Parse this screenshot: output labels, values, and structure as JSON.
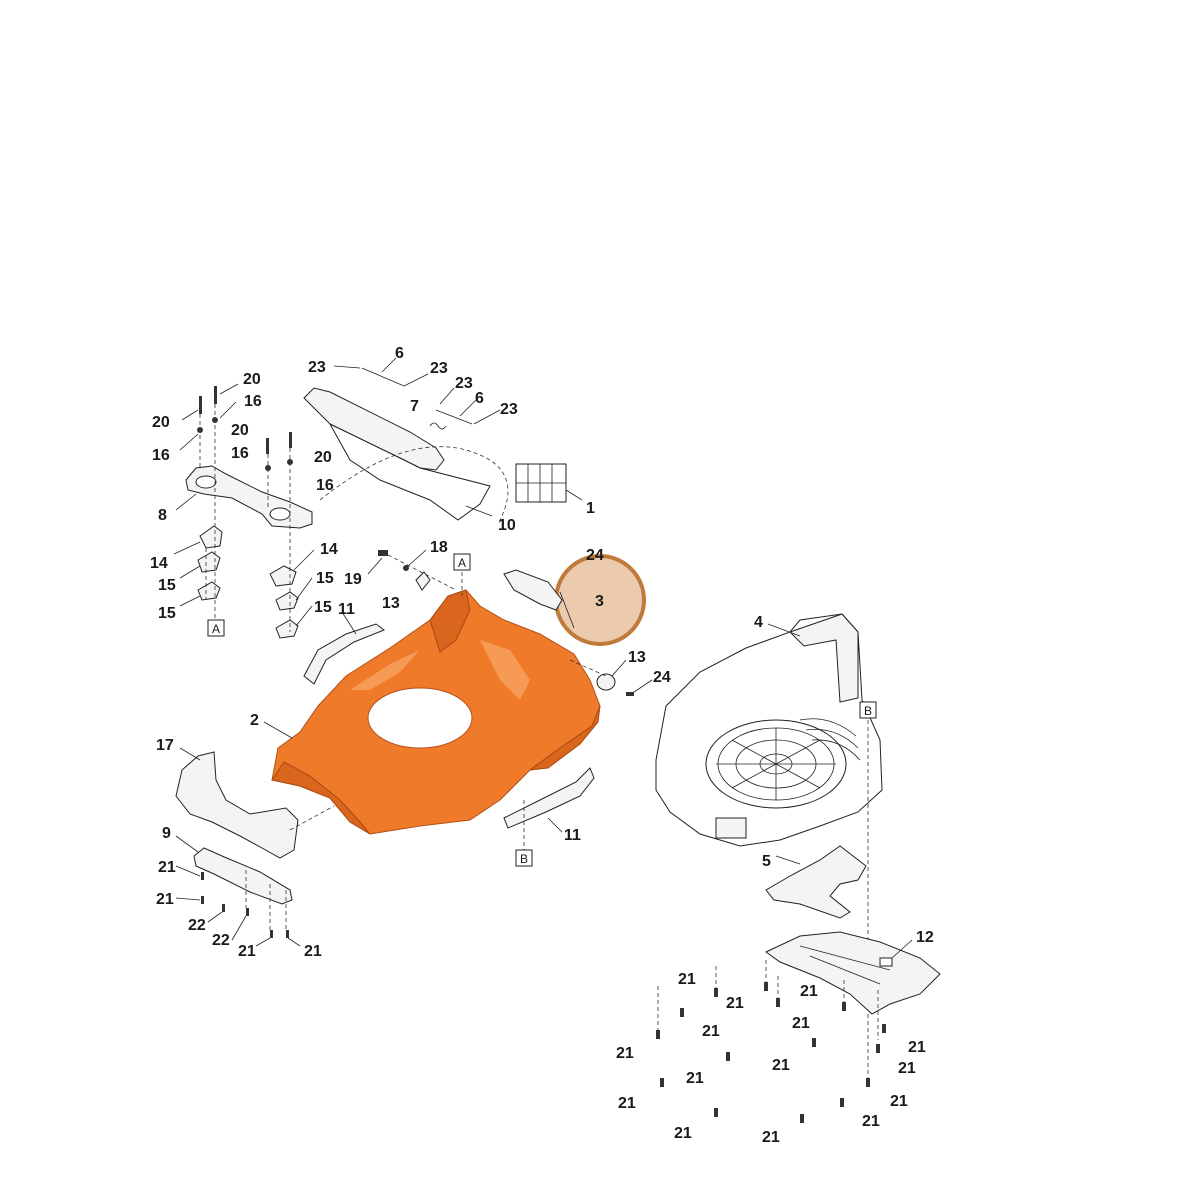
{
  "callouts": [
    {
      "id": "c-23a",
      "text": "23"
    },
    {
      "id": "c-6a",
      "text": "6"
    },
    {
      "id": "c-23b",
      "text": "23"
    },
    {
      "id": "c-23c",
      "text": "23"
    },
    {
      "id": "c-6b",
      "text": "6"
    },
    {
      "id": "c-7",
      "text": "7"
    },
    {
      "id": "c-23d",
      "text": "23"
    },
    {
      "id": "c-20a",
      "text": "20"
    },
    {
      "id": "c-16a",
      "text": "16"
    },
    {
      "id": "c-20b",
      "text": "20"
    },
    {
      "id": "c-16b",
      "text": "16"
    },
    {
      "id": "c-20c",
      "text": "20"
    },
    {
      "id": "c-16c",
      "text": "16"
    },
    {
      "id": "c-20d",
      "text": "20"
    },
    {
      "id": "c-16d",
      "text": "16"
    },
    {
      "id": "c-1",
      "text": "1"
    },
    {
      "id": "c-8",
      "text": "8"
    },
    {
      "id": "c-10",
      "text": "10"
    },
    {
      "id": "c-14a",
      "text": "14"
    },
    {
      "id": "c-15a",
      "text": "15"
    },
    {
      "id": "c-15b",
      "text": "15"
    },
    {
      "id": "c-14b",
      "text": "14"
    },
    {
      "id": "c-15c",
      "text": "15"
    },
    {
      "id": "c-15d",
      "text": "15"
    },
    {
      "id": "c-18",
      "text": "18"
    },
    {
      "id": "c-19",
      "text": "19"
    },
    {
      "id": "c-13a",
      "text": "13"
    },
    {
      "id": "c-11a",
      "text": "11"
    },
    {
      "id": "c-24a",
      "text": "24"
    },
    {
      "id": "c-3",
      "text": "3"
    },
    {
      "id": "c-4",
      "text": "4"
    },
    {
      "id": "c-13b",
      "text": "13"
    },
    {
      "id": "c-24b",
      "text": "24"
    },
    {
      "id": "c-2",
      "text": "2"
    },
    {
      "id": "c-17",
      "text": "17"
    },
    {
      "id": "c-11b",
      "text": "11"
    },
    {
      "id": "c-9",
      "text": "9"
    },
    {
      "id": "c-21a",
      "text": "21"
    },
    {
      "id": "c-21b",
      "text": "21"
    },
    {
      "id": "c-22a",
      "text": "22"
    },
    {
      "id": "c-22b",
      "text": "22"
    },
    {
      "id": "c-21c",
      "text": "21"
    },
    {
      "id": "c-21d",
      "text": "21"
    },
    {
      "id": "c-5",
      "text": "5"
    },
    {
      "id": "c-12",
      "text": "12"
    },
    {
      "id": "c-21e",
      "text": "21"
    },
    {
      "id": "c-21f",
      "text": "21"
    },
    {
      "id": "c-21g",
      "text": "21"
    },
    {
      "id": "c-21h",
      "text": "21"
    },
    {
      "id": "c-21i",
      "text": "21"
    },
    {
      "id": "c-21j",
      "text": "21"
    },
    {
      "id": "c-21k",
      "text": "21"
    },
    {
      "id": "c-21l",
      "text": "21"
    },
    {
      "id": "c-21m",
      "text": "21"
    },
    {
      "id": "c-21n",
      "text": "21"
    },
    {
      "id": "c-21o",
      "text": "21"
    },
    {
      "id": "c-21p",
      "text": "21"
    },
    {
      "id": "c-21q",
      "text": "21"
    },
    {
      "id": "c-21r",
      "text": "21"
    },
    {
      "id": "c-21s",
      "text": "21"
    }
  ],
  "ref_boxes": [
    {
      "id": "box-a1",
      "text": "A"
    },
    {
      "id": "box-a2",
      "text": "A"
    },
    {
      "id": "box-b1",
      "text": "B"
    },
    {
      "id": "box-b2",
      "text": "B"
    }
  ],
  "highlight": {
    "color": "#d48a4a",
    "label": "3"
  },
  "deck_color": "#ef7a2a"
}
